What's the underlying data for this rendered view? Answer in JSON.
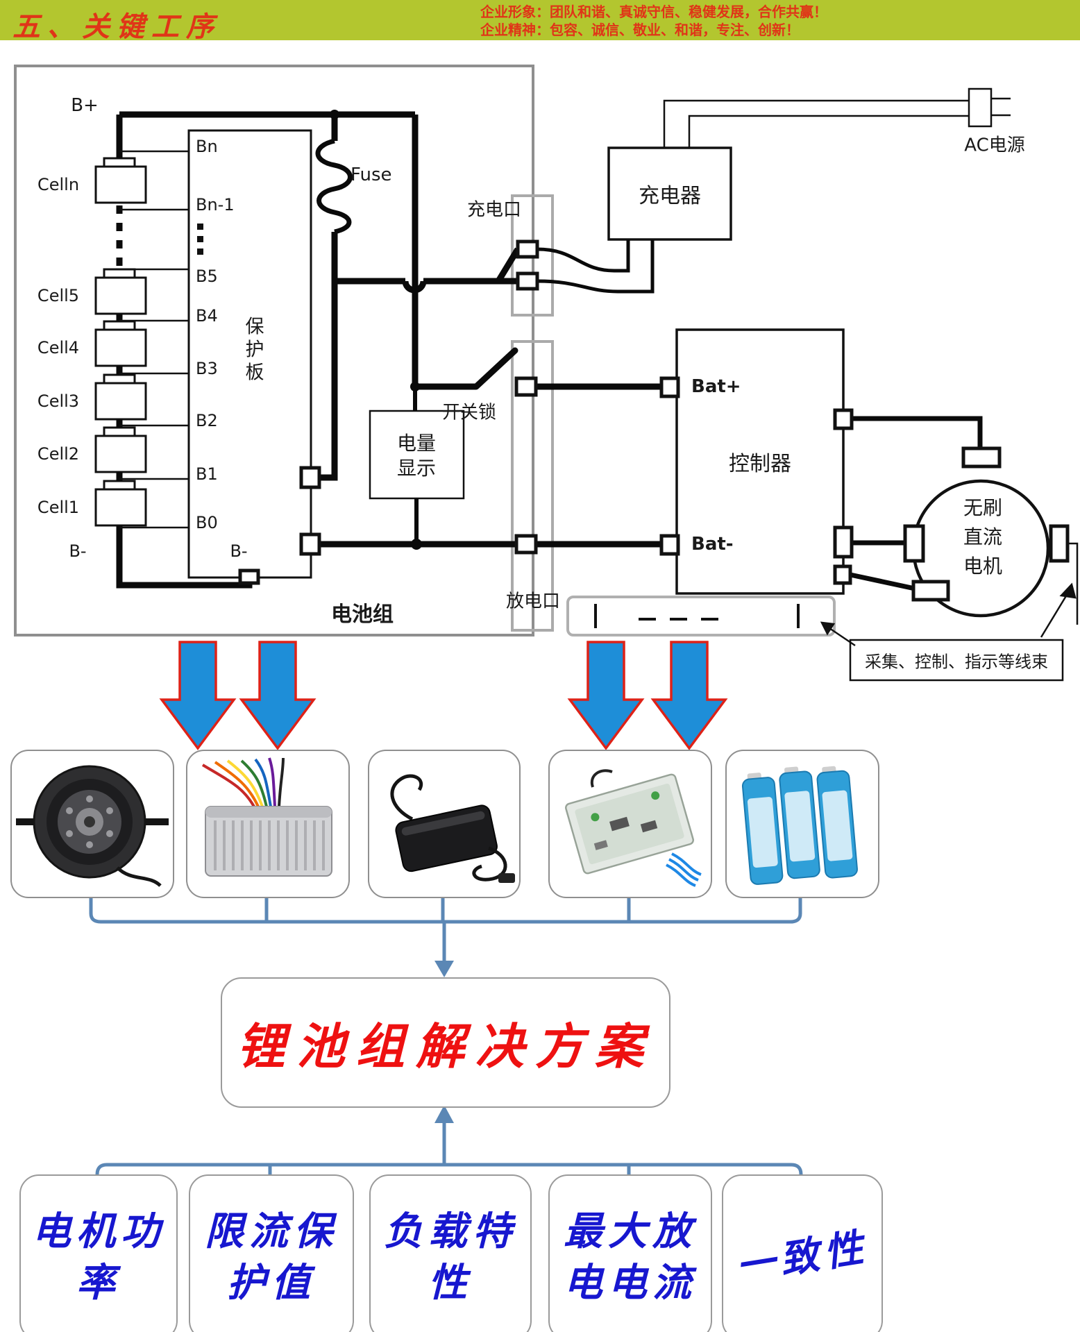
{
  "header": {
    "title": "五、关键工序",
    "slogan_line1": "企业形象：团队和谐、真诚守信、稳健发展，合作共赢！",
    "slogan_line2": "企业精神：包容、诚信、敬业、和谐，专注、创新！"
  },
  "diagram": {
    "pack_label": "电池组",
    "b_plus": "B+",
    "b_minus_left": "B-",
    "b_minus_board": "B-",
    "cells": [
      "Celln",
      "Cell5",
      "Cell4",
      "Cell3",
      "Cell2",
      "Cell1"
    ],
    "pins": [
      "Bn",
      "Bn-1",
      "B5",
      "B4",
      "B3",
      "B2",
      "B1",
      "B0"
    ],
    "protection_board": "保护板",
    "fuse": "Fuse",
    "charge_port": "充电口",
    "charger": "充电器",
    "ac_power": "AC电源",
    "switch_lock": "开关锁",
    "power_display_line1": "电量",
    "power_display_line2": "显示",
    "discharge_port": "放电口",
    "bat_plus": "Bat+",
    "bat_minus": "Bat-",
    "controller": "控制器",
    "motor_line1": "无刷",
    "motor_line2": "直流",
    "motor_line3": "电机",
    "harness_note": "采集、控制、指示等线束"
  },
  "products": [
    {
      "name": "hub-motor"
    },
    {
      "name": "controller-unit"
    },
    {
      "name": "charger-adapter"
    },
    {
      "name": "bms-protection-board"
    },
    {
      "name": "lithium-cells"
    }
  ],
  "solution": {
    "title": "锂池组解决方案"
  },
  "factors": [
    {
      "line1": "电机功",
      "line2": "率"
    },
    {
      "line1": "限流保",
      "line2": "护值"
    },
    {
      "line1": "负载特",
      "line2": "性"
    },
    {
      "line1": "最大放",
      "line2": "电电流"
    },
    {
      "line1": "一致性",
      "line2": ""
    }
  ],
  "colors": {
    "header_bg": "#b3c62f",
    "header_text": "#e03418",
    "solution_text": "#ee1111",
    "factor_text": "#1717cf",
    "arrow_fill": "#1e8ed8",
    "arrow_border": "#de2218",
    "bracket": "#5b87b5"
  }
}
